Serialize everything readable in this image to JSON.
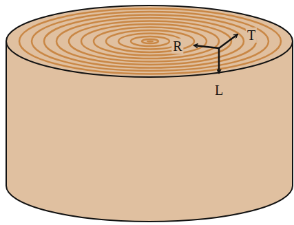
{
  "diagram": {
    "labels": [
      "R",
      "T",
      "L"
    ]
  }
}
